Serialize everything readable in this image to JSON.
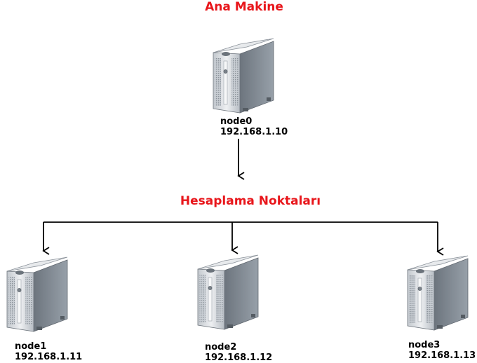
{
  "master": {
    "heading": "Ana Makine",
    "name": "node0",
    "ip": "192.168.1.10",
    "icon": "server-tower-icon"
  },
  "compute": {
    "heading": "Hesaplama Noktaları",
    "nodes": [
      {
        "name": "node1",
        "ip": "192.168.1.11",
        "icon": "server-tower-icon"
      },
      {
        "name": "node2",
        "ip": "192.168.1.12",
        "icon": "server-tower-icon"
      },
      {
        "name": "node3",
        "ip": "192.168.1.13",
        "icon": "server-tower-icon"
      }
    ]
  },
  "colors": {
    "heading": "#e8161b",
    "connector": "#000000",
    "server_front": "#d9dde2",
    "server_side": "#7d868f",
    "server_top": "#eef0f2"
  }
}
